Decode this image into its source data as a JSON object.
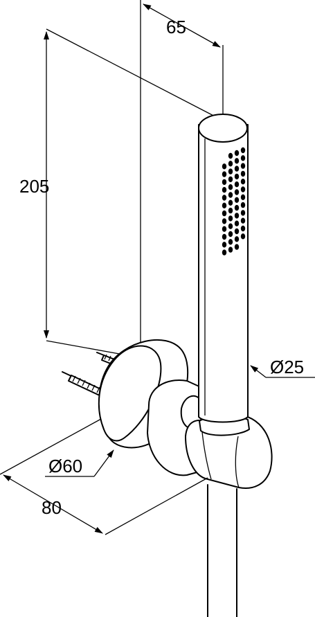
{
  "dimensions": {
    "width_65": "65",
    "height_205": "205",
    "diameter_handshower": "Ø25",
    "diameter_rosette": "Ø60",
    "depth_80": "80"
  },
  "nozzle_grid": {
    "columns": 4,
    "rows": 13
  }
}
